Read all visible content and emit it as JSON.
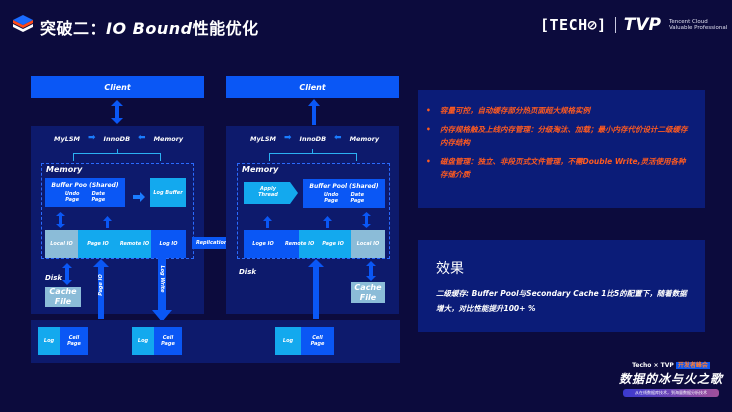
{
  "header": {
    "title_prefix": "突破二：",
    "title_main": "IO Bound",
    "title_suffix": "性能优化",
    "logo_icon": "layers-icon"
  },
  "brand": {
    "techo": "[TECH⊘]",
    "tvp": "TVP",
    "tvp_line1": "Tencent Cloud",
    "tvp_line2": "Valuable Professional"
  },
  "diagram": {
    "primary": {
      "client": "Client",
      "engines": [
        "MyLSM",
        "InnoDB",
        "Memory"
      ],
      "memory_label": "Memory",
      "buffer_pool": "Buffer Poo (Shared)",
      "undo_page": [
        "Undo",
        "Page"
      ],
      "data_page": [
        "Date",
        "Page"
      ],
      "log_buffer": "Log Buffer",
      "io": [
        "Local IO",
        "Page IO",
        "Remote IO",
        "Log IO"
      ],
      "disk_label": "Disk",
      "cache_file": [
        "Cache",
        "File"
      ],
      "page_io_arrow": "Page IO",
      "log_write_arrow": "Log Write"
    },
    "replication": "Replication",
    "replica": {
      "client": "Client",
      "engines": [
        "MyLSM",
        "InnoDB",
        "Memory"
      ],
      "memory_label": "Memory",
      "apply_thread": [
        "Apply",
        "Thread"
      ],
      "buffer_pool": "Buffer Pool (Shared)",
      "undo_page": [
        "Undo",
        "Page"
      ],
      "data_page": [
        "Date",
        "Page"
      ],
      "io": [
        "Loge IO",
        "Remote IO",
        "Page IO",
        "Local IO"
      ],
      "disk_label": "Disk",
      "cache_file": [
        "Cache",
        "File"
      ]
    },
    "storage": [
      {
        "log": "Log",
        "cell": [
          "Cell",
          "Page"
        ]
      },
      {
        "log": "Log",
        "cell": [
          "Cell",
          "Page"
        ]
      },
      {
        "log": "Log",
        "cell": [
          "Cell",
          "Page"
        ]
      }
    ]
  },
  "features": {
    "bullets": [
      "容量可控，自动缓存部分热页面超大规格实例",
      "内存规格触及上线内存管理：分级淘汰、加载；最小内存代价设计二级缓存内存结构",
      "磁盘管理：独立、非段页式文件管理，不需Double Write,灵活使用各种存储介质"
    ]
  },
  "effect": {
    "title": "效果",
    "body": "二级缓存: Buffer Pool与Secondary Cache 1比5的配置下，随着数据增大，对比性能提升100+ %"
  },
  "badge": {
    "top_left": "Techo × TVP",
    "top_right": "开发者峰会",
    "main": "数据的冰与火之歌",
    "sub": "从在线数据库技术，到海量数据分析技术"
  },
  "colors": {
    "background": "#0c0b3d",
    "blue": "#0a57f5",
    "cyan": "#13a9ee",
    "pale": "#8bbcd8",
    "accent_orange": "#ff5a1f"
  }
}
